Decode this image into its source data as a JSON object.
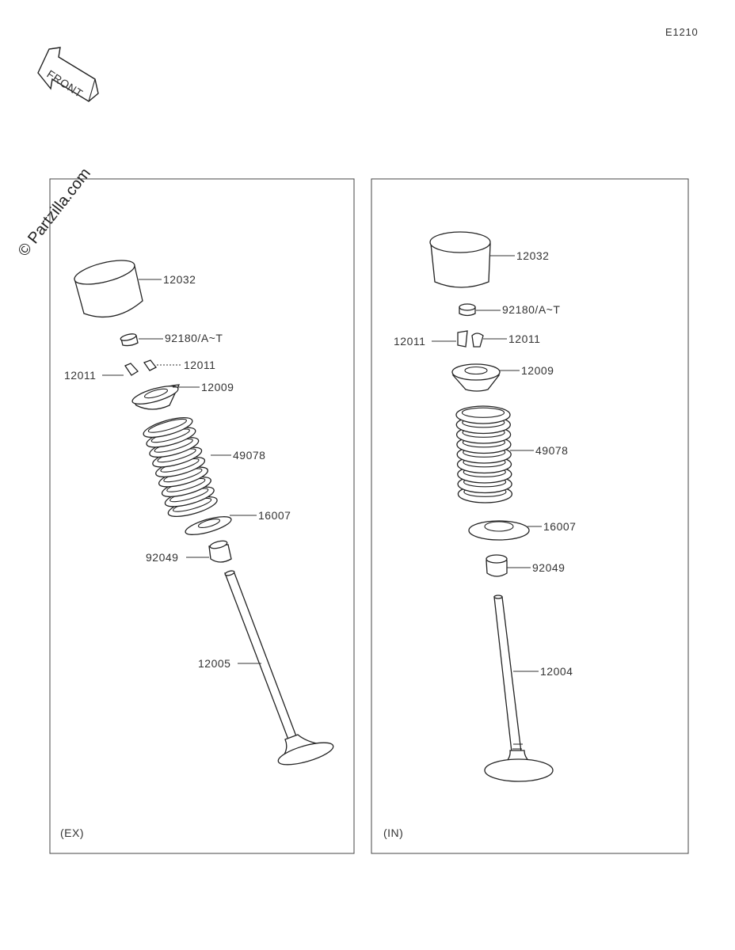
{
  "diagram_code": "E1210",
  "front_label": "FRONT",
  "watermark": "© Partzilla.com",
  "panels": [
    {
      "caption": "(EX)",
      "parts": [
        {
          "id": "ex-tappet",
          "label": "12032"
        },
        {
          "id": "ex-shim",
          "label": "92180/A~T"
        },
        {
          "id": "ex-cotter-right",
          "label": "12011"
        },
        {
          "id": "ex-cotter-left",
          "label": "12011"
        },
        {
          "id": "ex-retainer",
          "label": "12009"
        },
        {
          "id": "ex-spring",
          "label": "49078"
        },
        {
          "id": "ex-spring-seat",
          "label": "16007"
        },
        {
          "id": "ex-stem-seal",
          "label": "92049"
        },
        {
          "id": "ex-valve",
          "label": "12005"
        }
      ]
    },
    {
      "caption": "(IN)",
      "parts": [
        {
          "id": "in-tappet",
          "label": "12032"
        },
        {
          "id": "in-shim",
          "label": "92180/A~T"
        },
        {
          "id": "in-cotter-left",
          "label": "12011"
        },
        {
          "id": "in-cotter-right",
          "label": "12011"
        },
        {
          "id": "in-retainer",
          "label": "12009"
        },
        {
          "id": "in-spring",
          "label": "49078"
        },
        {
          "id": "in-spring-seat",
          "label": "16007"
        },
        {
          "id": "in-stem-seal",
          "label": "92049"
        },
        {
          "id": "in-valve",
          "label": "12004"
        }
      ]
    }
  ]
}
